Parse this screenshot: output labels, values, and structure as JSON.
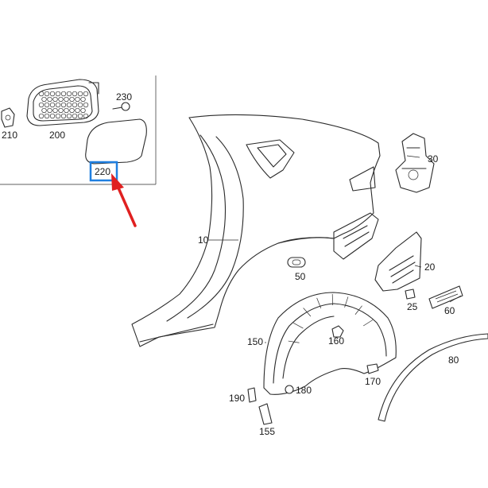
{
  "diagram": {
    "highlight_color": "#1f7fe0",
    "arrow_color": "#e02020",
    "parts": [
      {
        "id": "p210",
        "label": "210"
      },
      {
        "id": "p200",
        "label": "200"
      },
      {
        "id": "p230",
        "label": "230"
      },
      {
        "id": "p220",
        "label": "220",
        "highlighted": true
      },
      {
        "id": "p30",
        "label": "30"
      },
      {
        "id": "p10",
        "label": "10"
      },
      {
        "id": "p20",
        "label": "20"
      },
      {
        "id": "p50",
        "label": "50"
      },
      {
        "id": "p25",
        "label": "25"
      },
      {
        "id": "p60",
        "label": "60"
      },
      {
        "id": "p150",
        "label": "150"
      },
      {
        "id": "p160",
        "label": "160"
      },
      {
        "id": "p80",
        "label": "80"
      },
      {
        "id": "p170",
        "label": "170"
      },
      {
        "id": "p190",
        "label": "190"
      },
      {
        "id": "p180",
        "label": "180"
      },
      {
        "id": "p155",
        "label": "155"
      }
    ]
  }
}
